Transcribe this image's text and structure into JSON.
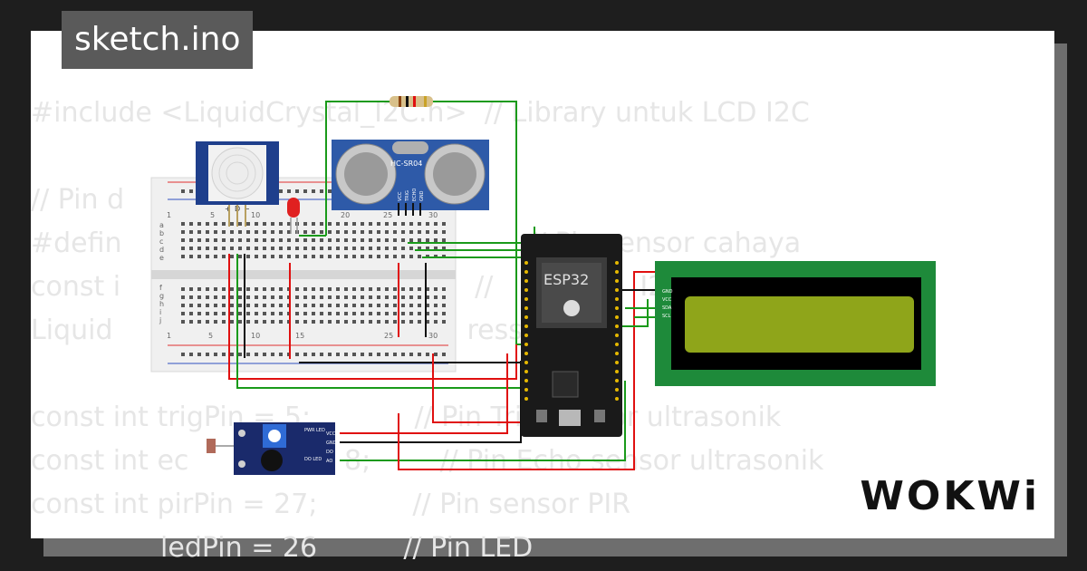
{
  "title": "sketch.ino",
  "code_lines": [
    "#include <LiquidCrystal_I2C.h>  // Library untuk LCD I2C",
    "",
    "// Pin d",
    "#defin                                    4         // Pin sensor cahaya",
    "const i                                         //                 I2C",
    "Liquid                                         ress                   x4)",
    "",
    "const int trigPin = 5;            // Pin Trig sensor ultrasonik",
    "const int ec                  8;        // Pin Echo sensor ultrasonik",
    "const int pirPin = 27;           // Pin sensor PIR",
    "               ledPin = 26          // Pin LED"
  ],
  "components": {
    "ultrasonic": {
      "label": "HC-SR04",
      "pins": [
        "VCC",
        "TRIG",
        "ECHO",
        "GND"
      ]
    },
    "microcontroller": {
      "label": "ESP32"
    },
    "lcd": {
      "pins": [
        "GND",
        "VCC",
        "SDA",
        "SCL"
      ],
      "backlight_color": "#8fa51a"
    },
    "ldr_module": {
      "pins": [
        "VCC",
        "GND",
        "DO",
        "AO"
      ],
      "leds": [
        "PWR LED",
        "DO LED"
      ]
    },
    "breadboard": {
      "column_numbers": [
        "1",
        "5",
        "10",
        "15",
        "20",
        "25",
        "30"
      ],
      "row_letters_top": [
        "a",
        "b",
        "c",
        "d",
        "e"
      ],
      "row_letters_bottom": [
        "f",
        "g",
        "h",
        "i",
        "j"
      ]
    },
    "pir": {
      "pin_labels": [
        "+",
        "D",
        "−"
      ]
    }
  },
  "logo": "WOKWi",
  "colors": {
    "wire_green": "#1a9a1a",
    "wire_red": "#e01010",
    "wire_black": "#111111",
    "board_blue": "#1a2a6b"
  }
}
